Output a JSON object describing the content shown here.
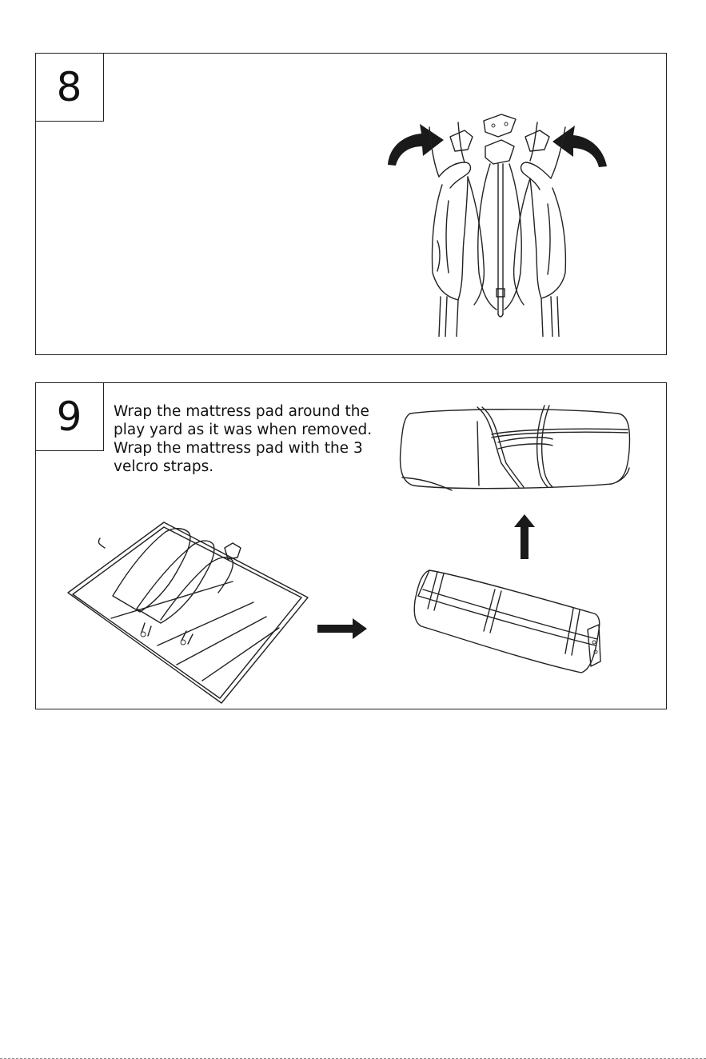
{
  "steps": [
    {
      "number": "8",
      "lines": [],
      "illustrations": [
        "folded-play-yard-illustration",
        "curved-arrow-left-icon",
        "curved-arrow-right-icon"
      ]
    },
    {
      "number": "9",
      "lines": [
        "Wrap the mattress pad around the",
        "play yard as it was when removed.",
        "Wrap the mattress pad with the 3",
        "velcro straps."
      ],
      "illustrations": [
        "mattress-pad-wrap-illustration",
        "wrapped-bundle-illustration",
        "carry-bag-illustration",
        "arrow-right-icon",
        "arrow-up-icon"
      ]
    }
  ],
  "colors": {
    "ink": "#1a1a1a",
    "paper": "#ffffff",
    "border": "#222222"
  }
}
